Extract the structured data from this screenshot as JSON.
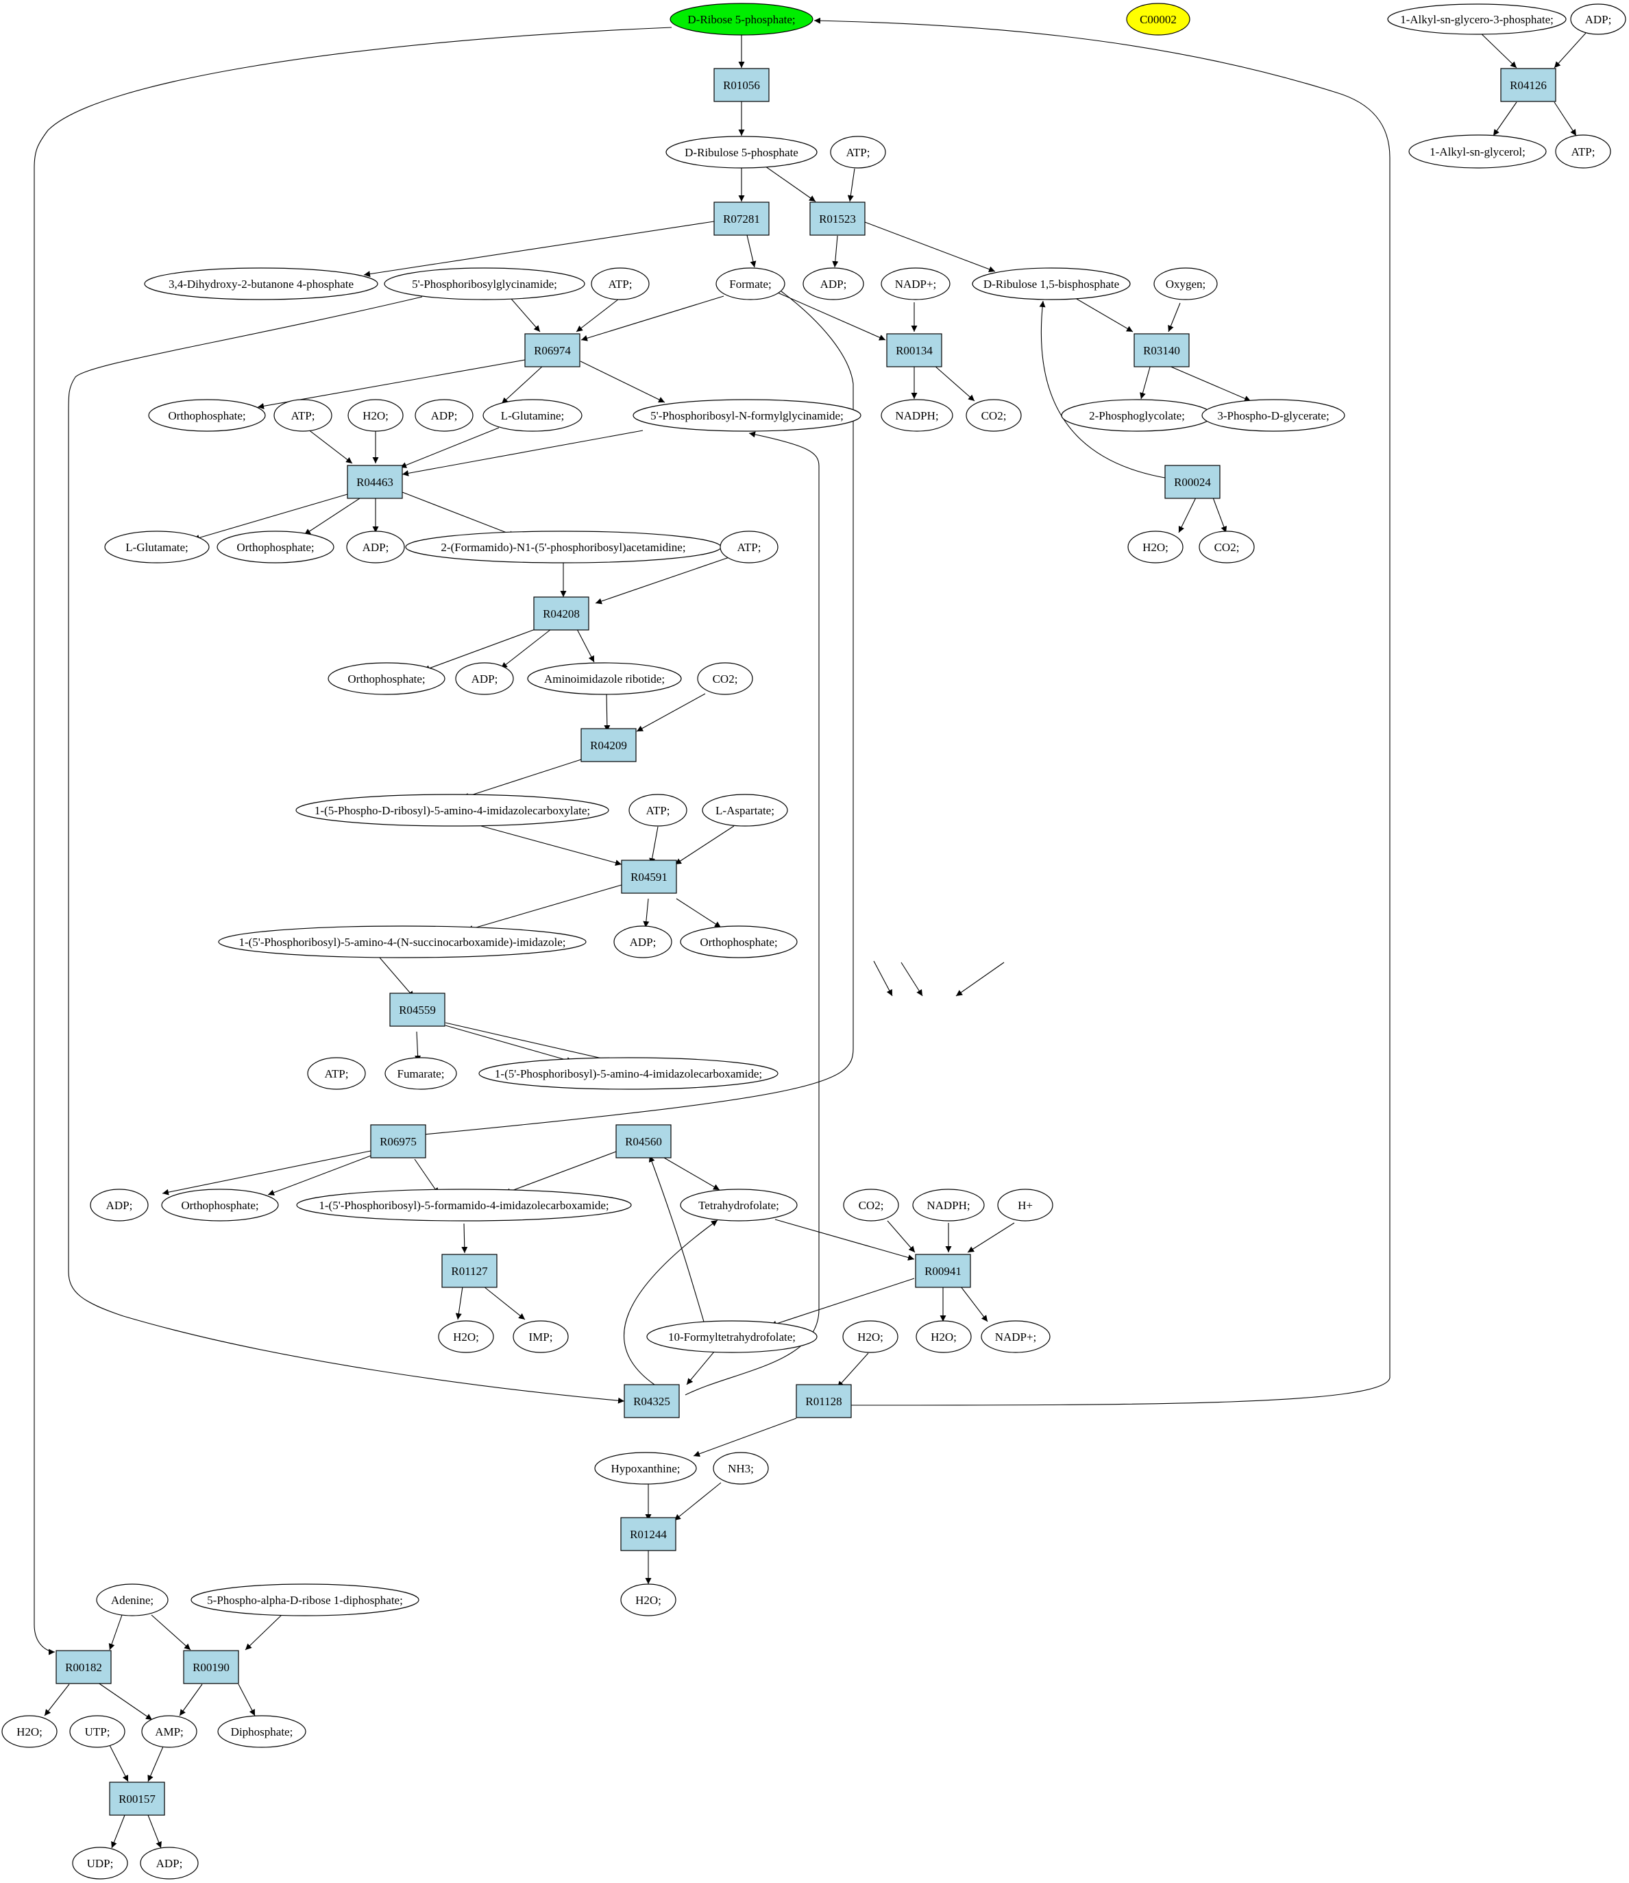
{
  "colors": {
    "reaction_fill": "#add8e6",
    "metabolite_fill": "#ffffff",
    "start_fill": "#00ee00",
    "highlight_fill": "#ffff00",
    "stroke": "#000000"
  },
  "metabolites": {
    "m_dr5p": {
      "label": "D-Ribose 5-phosphate;",
      "fill": "#00ee00"
    },
    "m_c00002": {
      "label": "C00002",
      "fill": "#ffff00"
    },
    "m_alkylg3p": {
      "label": "1-Alkyl-sn-glycero-3-phosphate;"
    },
    "m_adp1": {
      "label": "ADP;"
    },
    "m_alkylg": {
      "label": "1-Alkyl-sn-glycerol;"
    },
    "m_atp1": {
      "label": "ATP;"
    },
    "m_dru5p": {
      "label": "D-Ribulose 5-phosphate"
    },
    "m_atp2": {
      "label": "ATP;"
    },
    "m_dhbp": {
      "label": "3,4-Dihydroxy-2-butanone 4-phosphate"
    },
    "m_prga": {
      "label": "5'-Phosphoribosylglycinamide;"
    },
    "m_atp3": {
      "label": "ATP;"
    },
    "m_formate": {
      "label": "Formate;"
    },
    "m_adp2": {
      "label": "ADP;"
    },
    "m_nadp1": {
      "label": "NADP+;"
    },
    "m_rubp": {
      "label": "D-Ribulose 1,5-bisphosphate"
    },
    "m_oxygen": {
      "label": "Oxygen;"
    },
    "m_pi1": {
      "label": "Orthophosphate;"
    },
    "m_atp4": {
      "label": "ATP;"
    },
    "m_h2o1": {
      "label": "H2O;"
    },
    "m_adp3": {
      "label": "ADP;"
    },
    "m_gln": {
      "label": "L-Glutamine;"
    },
    "m_fgar": {
      "label": "5'-Phosphoribosyl-N-formylglycinamide;"
    },
    "m_nadph1": {
      "label": "NADPH;"
    },
    "m_co2a": {
      "label": "CO2;"
    },
    "m_pgly": {
      "label": "2-Phosphoglycolate;"
    },
    "m_3pg": {
      "label": "3-Phospho-D-glycerate;"
    },
    "m_glu": {
      "label": "L-Glutamate;"
    },
    "m_pi2": {
      "label": "Orthophosphate;"
    },
    "m_adp4": {
      "label": "ADP;"
    },
    "m_fgam": {
      "label": "2-(Formamido)-N1-(5'-phosphoribosyl)acetamidine;"
    },
    "m_atp5": {
      "label": "ATP;"
    },
    "m_h2o2": {
      "label": "H2O;"
    },
    "m_co2b": {
      "label": "CO2;"
    },
    "m_pi3": {
      "label": "Orthophosphate;"
    },
    "m_adp5": {
      "label": "ADP;"
    },
    "m_air": {
      "label": "Aminoimidazole ribotide;"
    },
    "m_co2c": {
      "label": "CO2;"
    },
    "m_cair": {
      "label": "1-(5-Phospho-D-ribosyl)-5-amino-4-imidazolecarboxylate;"
    },
    "m_atp6": {
      "label": "ATP;"
    },
    "m_asp": {
      "label": "L-Aspartate;"
    },
    "m_saicar": {
      "label": "1-(5'-Phosphoribosyl)-5-amino-4-(N-succinocarboxamide)-imidazole;"
    },
    "m_adp6": {
      "label": "ADP;"
    },
    "m_pi4": {
      "label": "Orthophosphate;"
    },
    "m_fum": {
      "label": "Fumarate;"
    },
    "m_aicar": {
      "label": "1-(5'-Phosphoribosyl)-5-amino-4-imidazolecarboxamide;"
    },
    "m_atp7": {
      "label": "ATP;"
    },
    "m_adp7": {
      "label": "ADP;"
    },
    "m_pi5": {
      "label": "Orthophosphate;"
    },
    "m_faicar": {
      "label": "1-(5'-Phosphoribosyl)-5-formamido-4-imidazolecarboxamide;"
    },
    "m_thf": {
      "label": "Tetrahydrofolate;"
    },
    "m_co2d": {
      "label": "CO2;"
    },
    "m_nadph2": {
      "label": "NADPH;"
    },
    "m_hplus": {
      "label": "H+"
    },
    "m_h2o3": {
      "label": "H2O;"
    },
    "m_imp": {
      "label": "IMP;"
    },
    "m_fthf": {
      "label": "10-Formyltetrahydrofolate;"
    },
    "m_h2o4": {
      "label": "H2O;"
    },
    "m_h2o5": {
      "label": "H2O;"
    },
    "m_nadp2": {
      "label": "NADP+;"
    },
    "m_hyp": {
      "label": "Hypoxanthine;"
    },
    "m_nh3": {
      "label": "NH3;"
    },
    "m_h2o6": {
      "label": "H2O;"
    },
    "m_ade": {
      "label": "Adenine;"
    },
    "m_prpp": {
      "label": "5-Phospho-alpha-D-ribose 1-diphosphate;"
    },
    "m_h2o7": {
      "label": "H2O;"
    },
    "m_utp": {
      "label": "UTP;"
    },
    "m_amp": {
      "label": "AMP;"
    },
    "m_ppi": {
      "label": "Diphosphate;"
    },
    "m_udp": {
      "label": "UDP;"
    },
    "m_adp8": {
      "label": "ADP;"
    }
  },
  "reactions": {
    "r_R01056": {
      "label": "R01056"
    },
    "r_R04126": {
      "label": "R04126"
    },
    "r_R07281": {
      "label": "R07281"
    },
    "r_R01523": {
      "label": "R01523"
    },
    "r_R06974": {
      "label": "R06974"
    },
    "r_R00134": {
      "label": "R00134"
    },
    "r_R03140": {
      "label": "R03140"
    },
    "r_R04463": {
      "label": "R04463"
    },
    "r_R00024": {
      "label": "R00024"
    },
    "r_R04208": {
      "label": "R04208"
    },
    "r_R04209": {
      "label": "R04209"
    },
    "r_R04591": {
      "label": "R04591"
    },
    "r_R04559": {
      "label": "R04559"
    },
    "r_R06975": {
      "label": "R06975"
    },
    "r_R04560": {
      "label": "R04560"
    },
    "r_R00941": {
      "label": "R00941"
    },
    "r_R01127": {
      "label": "R01127"
    },
    "r_R04325": {
      "label": "R04325"
    },
    "r_R01128": {
      "label": "R01128"
    },
    "r_R01244": {
      "label": "R01244"
    },
    "r_R00182": {
      "label": "R00182"
    },
    "r_R00190": {
      "label": "R00190"
    },
    "r_R00157": {
      "label": "R00157"
    }
  }
}
